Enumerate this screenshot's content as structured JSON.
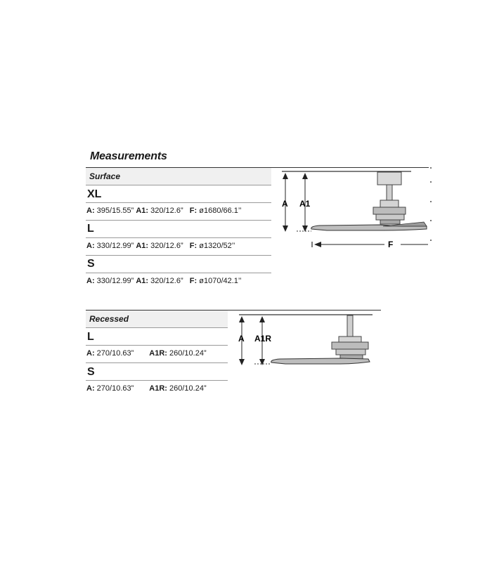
{
  "title": "Measurements",
  "surface": {
    "heading": "Surface",
    "sizes": [
      {
        "label": "XL",
        "a_key": "A:",
        "a_val": "395/15.55”",
        "a1_key": "A1:",
        "a1_val": "320/12.6”",
        "f_key": "F:",
        "f_val": "ø1680/66.1’’"
      },
      {
        "label": "L",
        "a_key": "A:",
        "a_val": "330/12.99”",
        "a1_key": "A1:",
        "a1_val": "320/12.6”",
        "f_key": "F:",
        "f_val": "ø1320/52’’"
      },
      {
        "label": "S",
        "a_key": "A:",
        "a_val": "330/12.99”",
        "a1_key": "A1:",
        "a1_val": "320/12.6”",
        "f_key": "F:",
        "f_val": "ø1070/42.1’’"
      }
    ],
    "diagram": {
      "label_a": "A",
      "label_a1": "A1",
      "label_f": "F"
    }
  },
  "recessed": {
    "heading": "Recessed",
    "sizes": [
      {
        "label": "L",
        "a_key": "A:",
        "a_val": "270/10.63”",
        "a1r_key": "A1R:",
        "a1r_val": "260/10.24”"
      },
      {
        "label": "S",
        "a_key": "A:",
        "a_val": "270/10.63”",
        "a1r_key": "A1R:",
        "a1r_val": "260/10.24”"
      }
    ],
    "diagram": {
      "label_a": "A",
      "label_a1r": "A1R"
    }
  }
}
